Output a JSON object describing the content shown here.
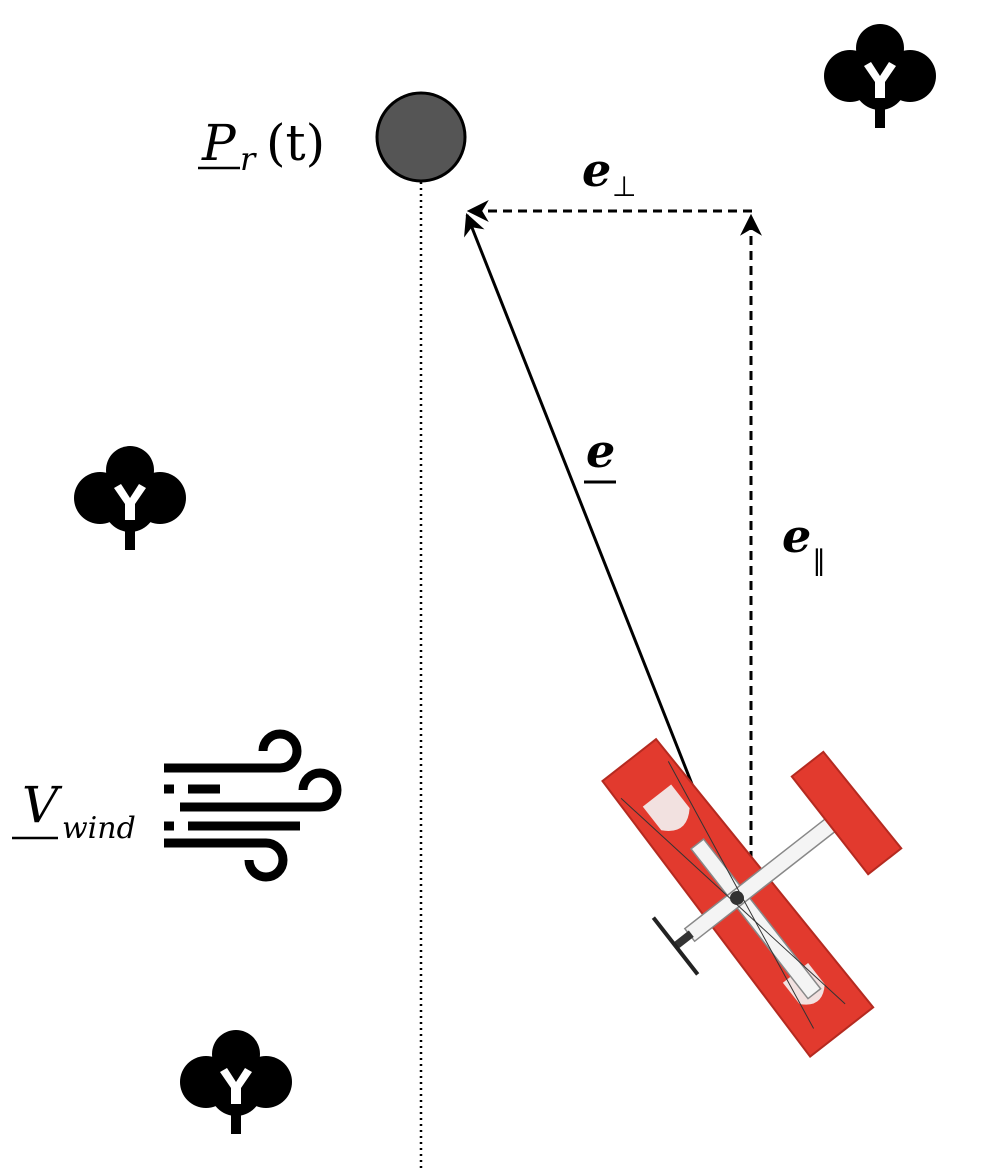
{
  "labels": {
    "reference_point": {
      "main": "P",
      "sub": "r",
      "arg": "(t)"
    },
    "error_perp": {
      "main": "e",
      "sub": "⊥"
    },
    "error_vector": {
      "main": "e"
    },
    "error_parallel": {
      "main": "e",
      "sub": "∥"
    },
    "wind": {
      "main": "V",
      "sub": "wind"
    }
  },
  "icons": [
    "tree-icon",
    "tree-icon",
    "tree-icon",
    "wind-icon",
    "aircraft-icon",
    "reference-point-icon"
  ],
  "colors": {
    "ink": "#000000",
    "reference_point_fill": "#555555",
    "aircraft_red": "#e23a2e",
    "aircraft_white": "#f4f4f4"
  }
}
